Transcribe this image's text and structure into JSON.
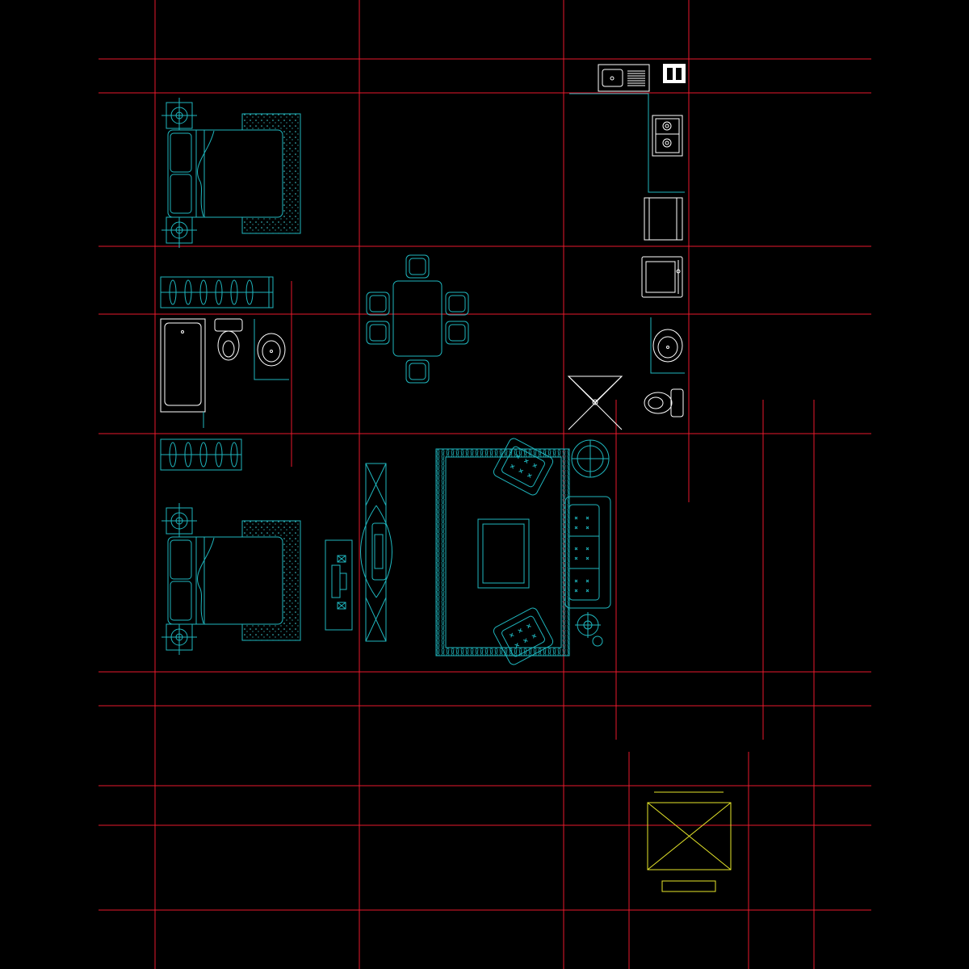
{
  "drawing": {
    "type": "architectural floor plan (CAD)",
    "background": "#000000",
    "colors": {
      "axis_lines": "#E8192C",
      "furniture": "#1FB6BE",
      "furniture_light": "#3FD0D6",
      "stairwell": "#E6E62A",
      "fixtures": "#FFFFFF"
    },
    "rooms": [
      "bedroom-top",
      "bedroom-bottom",
      "bathroom",
      "dining",
      "kitchen",
      "living-room",
      "balcony-wc",
      "stairwell"
    ],
    "furniture_counts": {
      "double_beds": 2,
      "nightstands": 4,
      "dining_chairs": 6,
      "armchairs": 2,
      "sofa_seats": 3
    }
  }
}
